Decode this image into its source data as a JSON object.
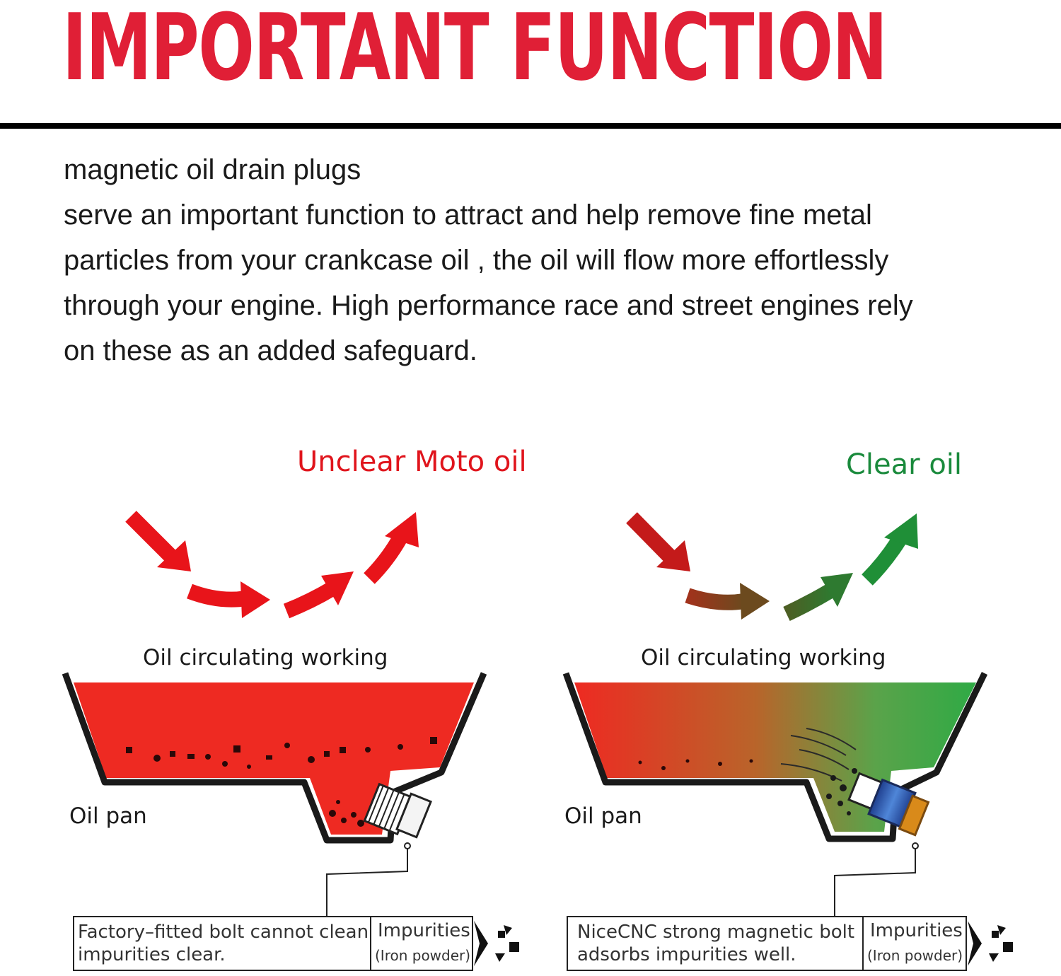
{
  "header": {
    "title": "IMPORTANT FUNCTION"
  },
  "intro": {
    "lines": [
      "magnetic oil drain plugs",
      "serve an important function to attract and help remove fine metal",
      "particles from your crankcase oil , the oil will flow more effortlessly",
      "through your engine. High performance race and street engines rely",
      "on these as an added safeguard."
    ]
  },
  "left_panel": {
    "title": "Unclear Moto oil",
    "flow_label": "Oil circulating working",
    "pan_label": "Oil pan",
    "caption_line1": "Factory–fitted bolt cannot clean",
    "caption_line2": "impurities clear.",
    "tag_label": "Impurities",
    "tag_sub": "(Iron powder)"
  },
  "right_panel": {
    "title": "Clear oil",
    "flow_label": "Oil circulating working",
    "pan_label": "Oil pan",
    "caption_line1": "NiceCNC strong magnetic bolt",
    "caption_line2": "adsorbs impurities well.",
    "tag_label": "Impurities",
    "tag_sub": "(Iron powder)"
  },
  "colors": {
    "headline_red": "#e01f36",
    "unclear_red": "#e0141c",
    "clear_green": "#1a8a3c",
    "oil_red": "#ee2a22",
    "oil_green": "#2faa45"
  }
}
